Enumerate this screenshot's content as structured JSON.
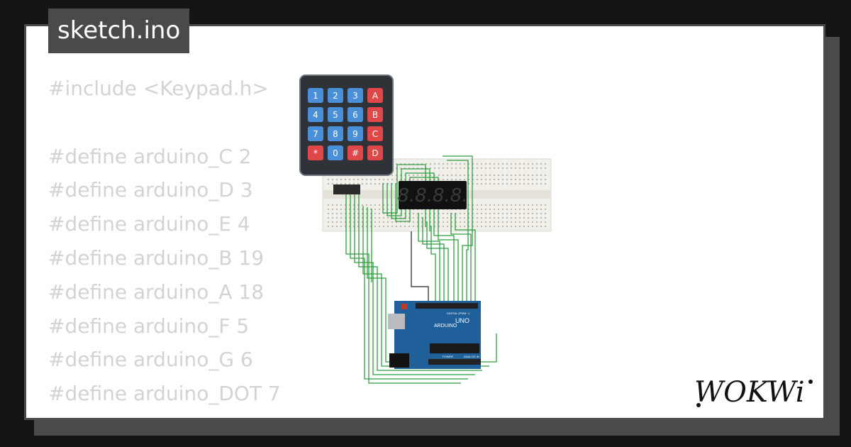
{
  "window": {
    "title": "sketch.ino"
  },
  "code_lines": [
    "#include <Keypad.h>",
    "",
    "#define arduino_C 2",
    "#define arduino_D 3",
    "#define arduino_E 4",
    "#define arduino_B 19",
    "#define arduino_A 18",
    "#define arduino_F 5",
    "#define arduino_G 6",
    "#define arduino_DOT 7"
  ],
  "keypad": {
    "rows": [
      [
        "1",
        "2",
        "3",
        "A"
      ],
      [
        "4",
        "5",
        "6",
        "B"
      ],
      [
        "7",
        "8",
        "9",
        "C"
      ],
      [
        "*",
        "0",
        "#",
        "D"
      ]
    ]
  },
  "display": {
    "digits": "8.8.8.8."
  },
  "arduino": {
    "board_label": "UNO",
    "brand_label": "ARDUINO",
    "digital_label": "DIGITAL (PWM ~)",
    "analog_label": "ANALOG IN",
    "power_label": "POWER"
  },
  "brand": {
    "logo_text": "WOKWi"
  },
  "colors": {
    "background": "#141414",
    "card": "#ffffff",
    "card_border": "#4a4a4a",
    "code_text": "#d3d3d3",
    "key_blue": "#4a90d9",
    "key_red": "#e04848",
    "wire_green": "#2e9e3e",
    "arduino_blue": "#1f5f9a"
  }
}
